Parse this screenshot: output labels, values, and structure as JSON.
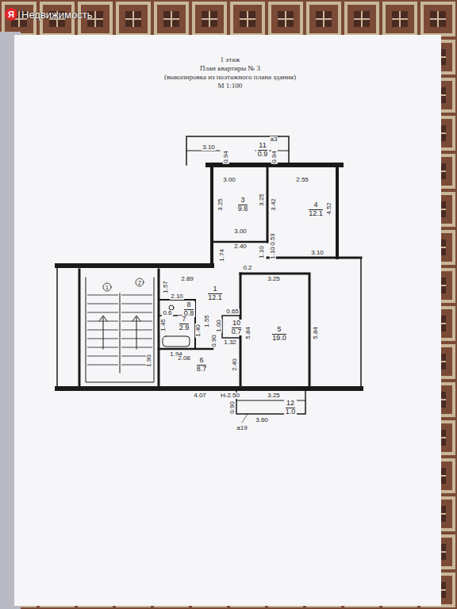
{
  "diagram": {
    "nodes": [
      {
        "text": [
          "11",
          "0.9"
        ]
      },
      {
        "text": [
          "3",
          "9.8"
        ]
      },
      {
        "text": [
          "4",
          "12.1"
        ]
      },
      {
        "text": [
          "1",
          "12.1"
        ]
      },
      {
        "text": [
          "8",
          "0.8"
        ]
      },
      {
        "text": [
          "7",
          "2.9"
        ]
      },
      {
        "text": [
          "10",
          "0.7"
        ]
      },
      {
        "text": [
          "5",
          "19.0"
        ]
      },
      {
        "text": [
          "6",
          "8.7"
        ]
      },
      {
        "text": [
          "12",
          "1.0"
        ]
      }
    ],
    "labels": [
      "Недвижимость",
      "Я",
      "1 этаж",
      "План квартиры № 3",
      "(выкопировка из поэтажного плана здания)",
      "М 1:100",
      "a3",
      "3.10",
      "0.94",
      "0.94",
      "3.00",
      "2.55",
      "3.25",
      "3.25",
      "3.42",
      "4.52",
      "3.00",
      "2.40",
      "0.53",
      "1.74",
      "1.10",
      "1.10",
      "3.10",
      "0.2",
      "1",
      "2",
      "2.89",
      "1.57",
      "3.25",
      "2.10",
      "0.6",
      "0.65",
      "1.45",
      "1.55",
      "1.40",
      "1.00",
      "1.32",
      "5.84",
      "5.84",
      "1.94",
      "0.90",
      "2.08",
      "2.40",
      "1.90",
      "4.07",
      "Н-2.50",
      "3.25",
      "0.90",
      "3.60",
      "a19"
    ]
  }
}
